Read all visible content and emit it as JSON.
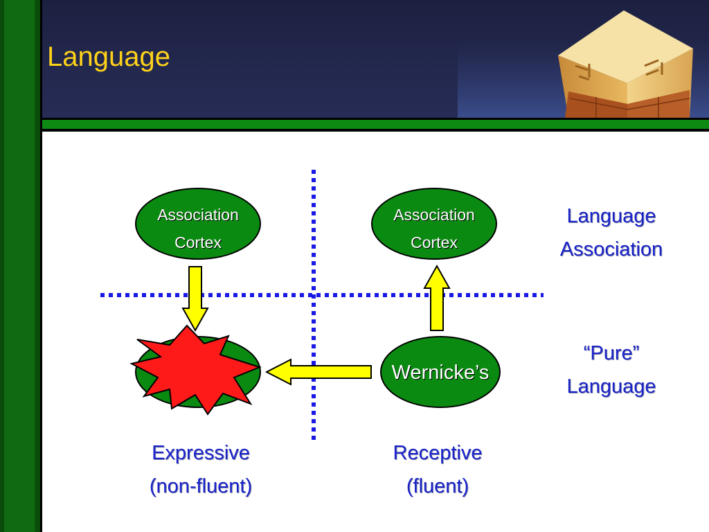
{
  "slide": {
    "title": "Language"
  },
  "diagram": {
    "nodes": {
      "left_assoc": {
        "line1": "Association",
        "line2": "Cortex"
      },
      "right_assoc": {
        "line1": "Association",
        "line2": "Cortex"
      },
      "wernicke": {
        "label": "Wernicke’s"
      }
    },
    "row_labels": {
      "top": {
        "line1": "Language",
        "line2": "Association"
      },
      "bottom": {
        "line1": "“Pure”",
        "line2": "Language"
      }
    },
    "column_labels": {
      "left": {
        "line1": "Expressive",
        "line2": "(non-fluent)"
      },
      "right": {
        "line1": "Receptive",
        "line2": "(fluent)"
      }
    }
  },
  "colors": {
    "title": "#ffd21a",
    "oval_fill": "#0b8a12",
    "arrow_fill": "#ffff00",
    "burst_fill": "#ff1a1a",
    "divider": "#1a1ae6",
    "label": "#1a23c8"
  },
  "icons": {
    "header_image": "stone-pillar-icon",
    "lesion": "starburst-icon"
  }
}
